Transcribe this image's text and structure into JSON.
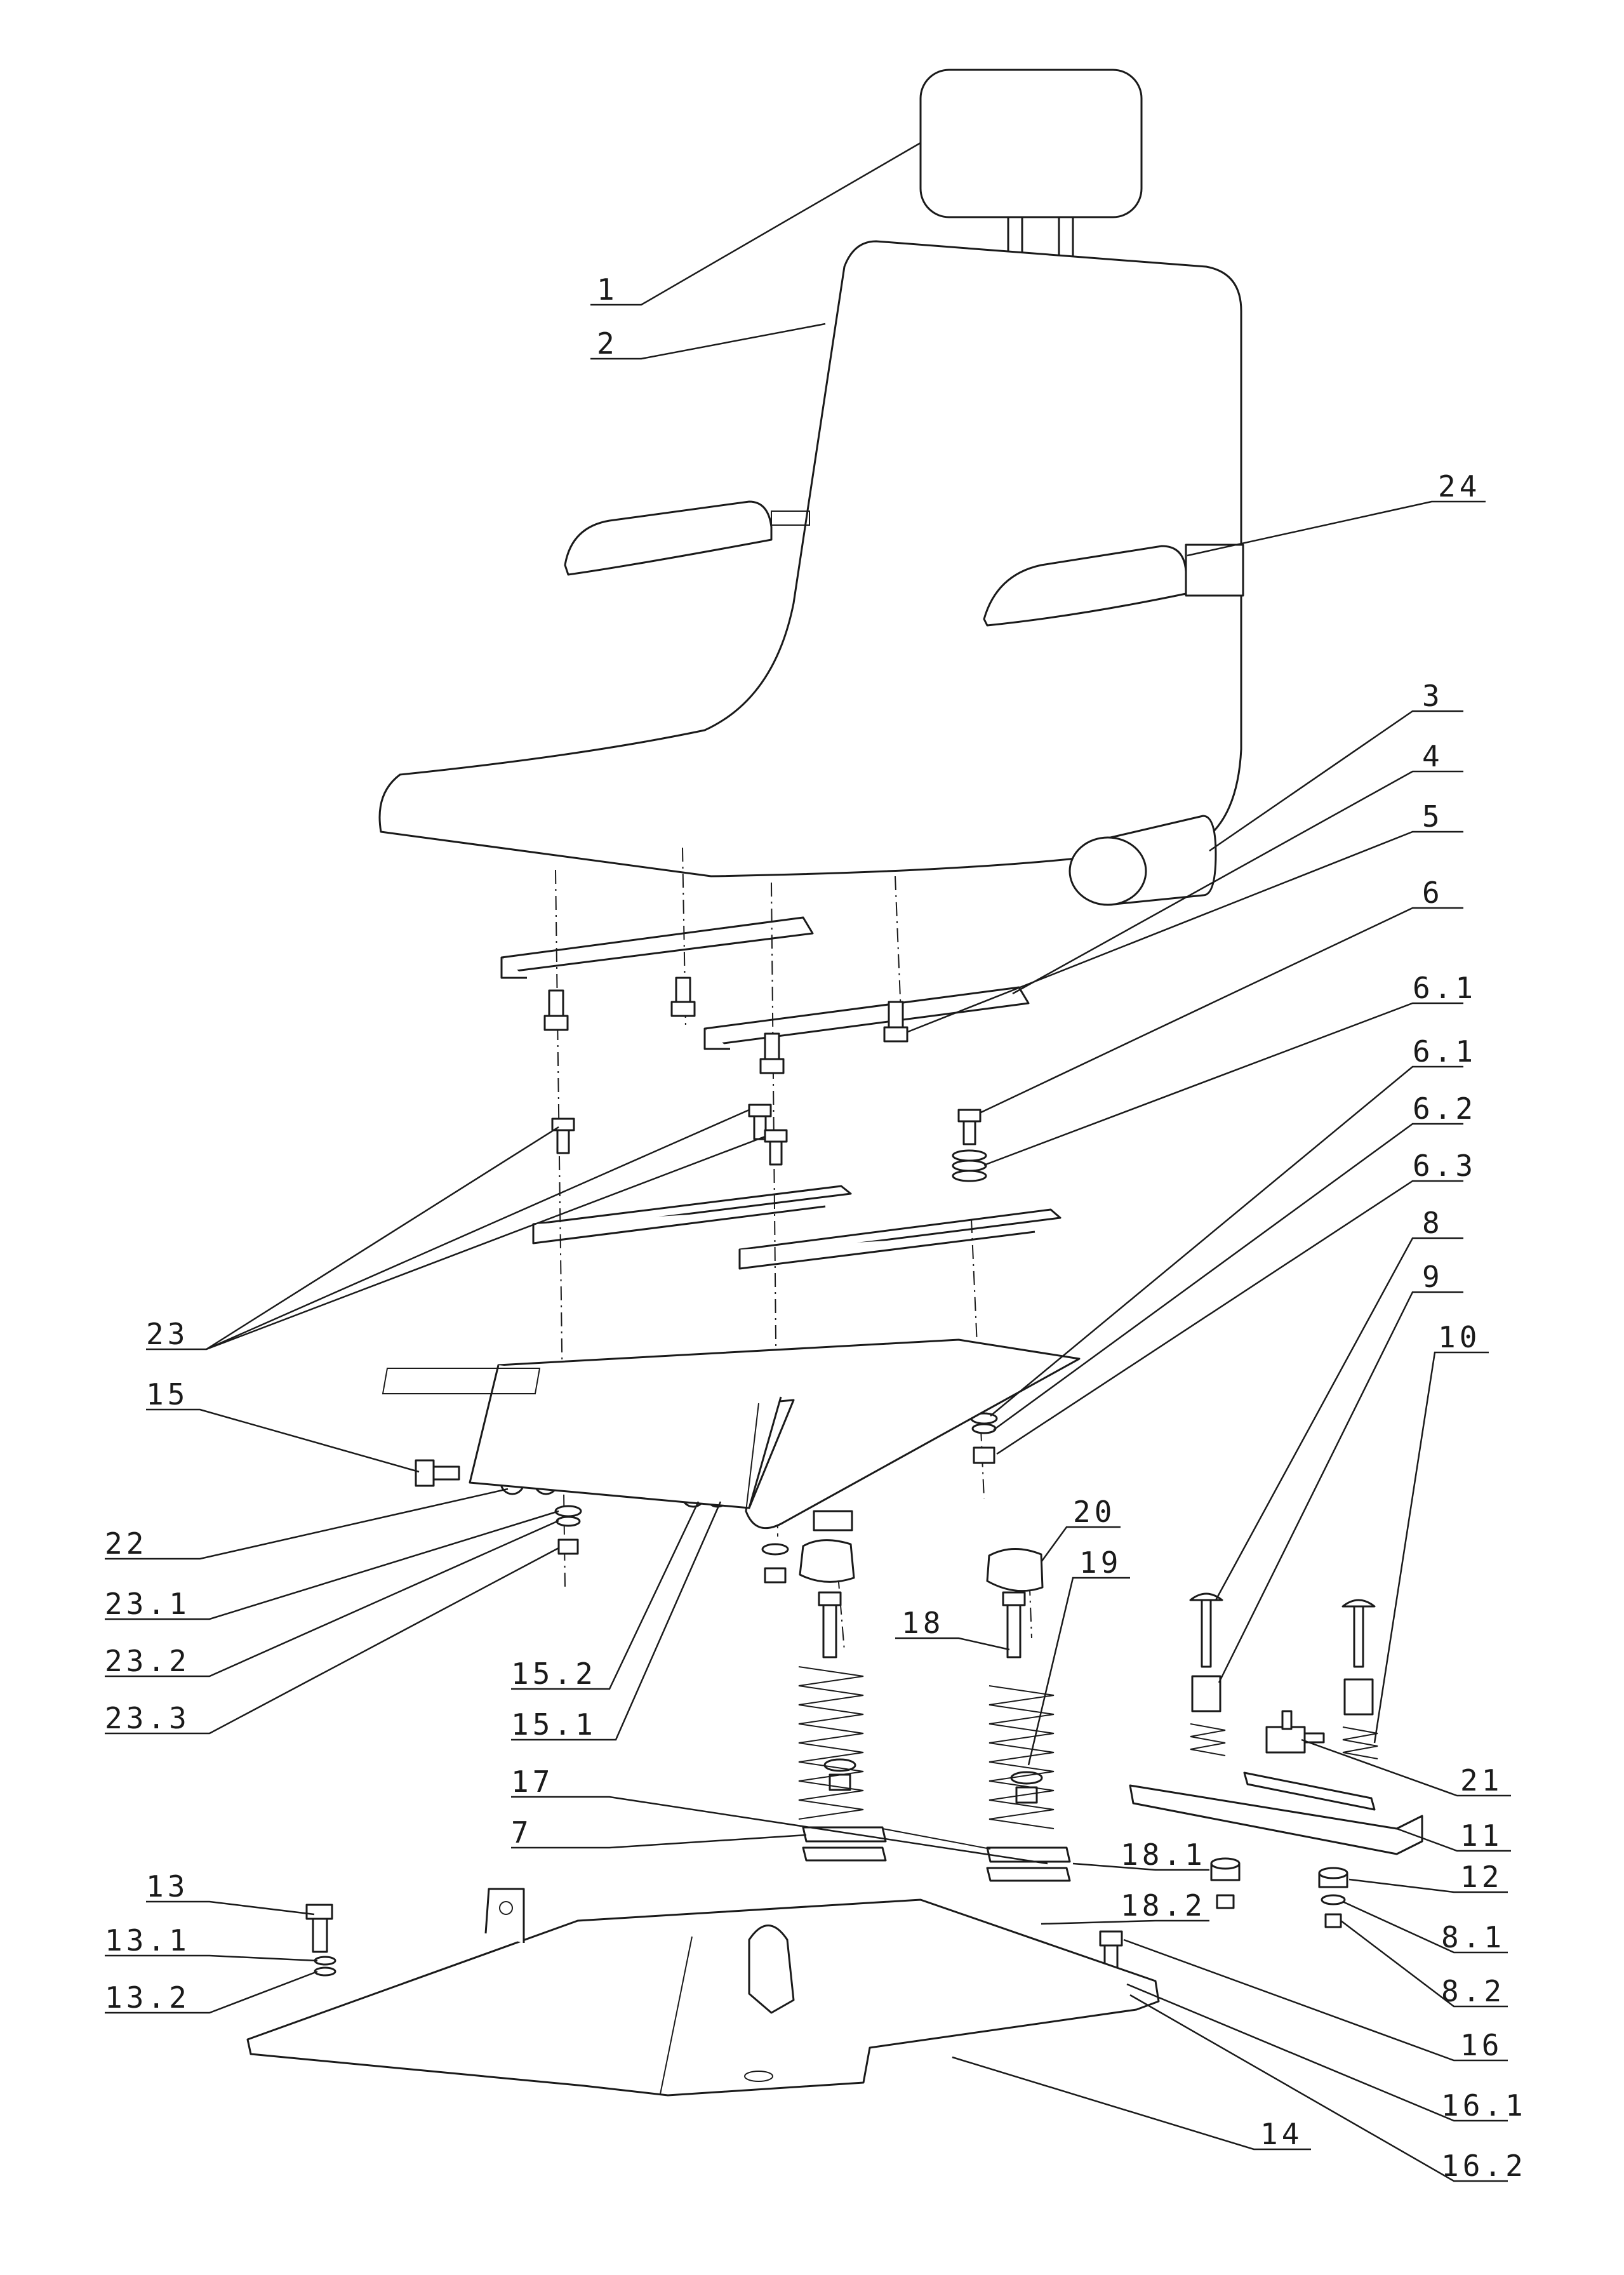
{
  "drawing": {
    "colors": {
      "line": "#1a1a1a",
      "background": "#ffffff"
    },
    "labels": [
      "1",
      "2",
      "24",
      "3",
      "4",
      "5",
      "6",
      "6.1",
      "6.1",
      "6.2",
      "6.3",
      "8",
      "9",
      "10",
      "23",
      "15",
      "22",
      "23.1",
      "23.2",
      "23.3",
      "20",
      "19",
      "18",
      "15.2",
      "15.1",
      "17",
      "7",
      "21",
      "11",
      "18.1",
      "12",
      "18.2",
      "8.1",
      "8.2",
      "13",
      "13.1",
      "13.2",
      "16",
      "16.1",
      "16.2",
      "14"
    ]
  }
}
